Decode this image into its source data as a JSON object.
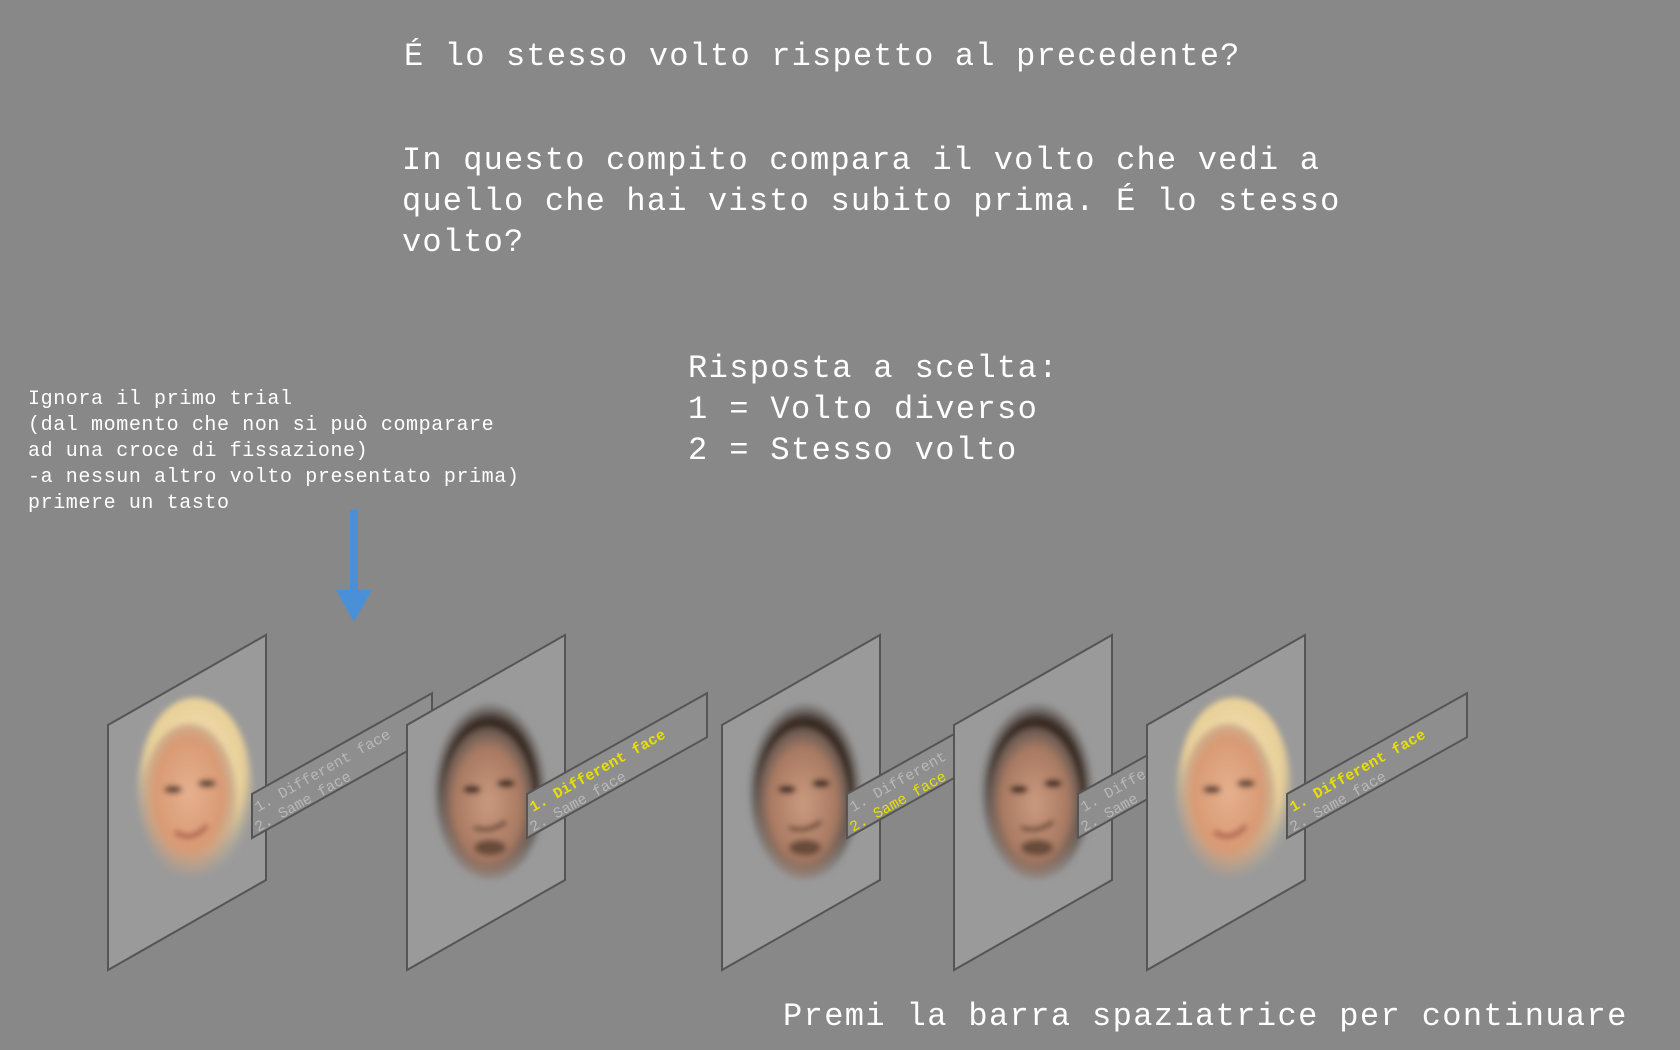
{
  "title": "É lo stesso volto rispetto al precedente?",
  "description": "In questo compito compara il volto che vedi a quello che hai visto subito prima. É lo stesso volto?",
  "note_lines": [
    "Ignora il primo trial",
    "(dal momento che non si può comparare",
    "ad una croce di fissazione)",
    "-a nessun altro volto presentato prima)",
    "primere un tasto"
  ],
  "choices": {
    "heading": "Risposta a scelta:",
    "option1": "1 = Volto diverso",
    "option2": "2 = Stesso volto"
  },
  "trials": [
    {
      "face": "blonde-woman",
      "panel_option1": "1. Different face",
      "panel_option2": "2. Same face",
      "highlight": "none"
    },
    {
      "face": "dark-haired-man",
      "panel_option1": "1. Different face",
      "panel_option2": "2. Same face",
      "highlight": "option1"
    },
    {
      "face": "dark-haired-man",
      "panel_option1": "1. Different",
      "panel_option2": "2. Same face",
      "highlight": "option2"
    },
    {
      "face": "dark-haired-man",
      "panel_option1": "1. Diffe",
      "panel_option2": "2. Same",
      "highlight": "none"
    },
    {
      "face": "blonde-woman",
      "panel_option1": "1. Different face",
      "panel_option2": "2. Same face",
      "highlight": "option1"
    }
  ],
  "footer": "Premi la barra spaziatrice per continuare",
  "colors": {
    "background": "#888888",
    "text": "#ffffff",
    "arrow": "#4a90d9",
    "highlight": "#e8e000",
    "panel_text": "#b8b8b8"
  },
  "icons": {
    "arrow": "down-arrow-icon",
    "face": "face-icon"
  }
}
